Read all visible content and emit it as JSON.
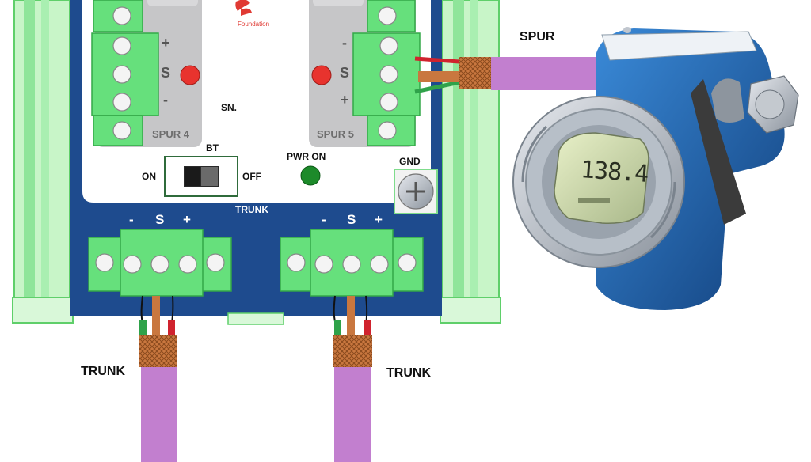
{
  "labels": {
    "spur_cable": "SPUR",
    "trunk_left": "TRUNK",
    "trunk_right": "TRUNK",
    "trunk_board": "TRUNK",
    "sn": "SN.",
    "bt": "BT",
    "on": "ON",
    "off": "OFF",
    "pwr_on": "PWR ON",
    "gnd": "GND",
    "logo_text": "Foundation"
  },
  "spur4": {
    "name": "SPUR 4",
    "plus": "+",
    "s": "S",
    "minus": "-"
  },
  "spur5": {
    "name": "SPUR 5",
    "minus": "-",
    "s": "S",
    "plus": "+"
  },
  "trunk_left_terms": {
    "minus": "-",
    "s": "S",
    "plus": "+"
  },
  "trunk_right_terms": {
    "minus": "-",
    "s": "S",
    "plus": "+"
  },
  "display": {
    "reading": "138.4"
  },
  "colors": {
    "board": "#1e4b8e",
    "terminal": "#66e07c",
    "cable": "#c27fcf",
    "shield": "#c9773f",
    "led_red": "#e8332e",
    "led_green": "#1d8a2a",
    "transmitter": "#1f66b8"
  }
}
